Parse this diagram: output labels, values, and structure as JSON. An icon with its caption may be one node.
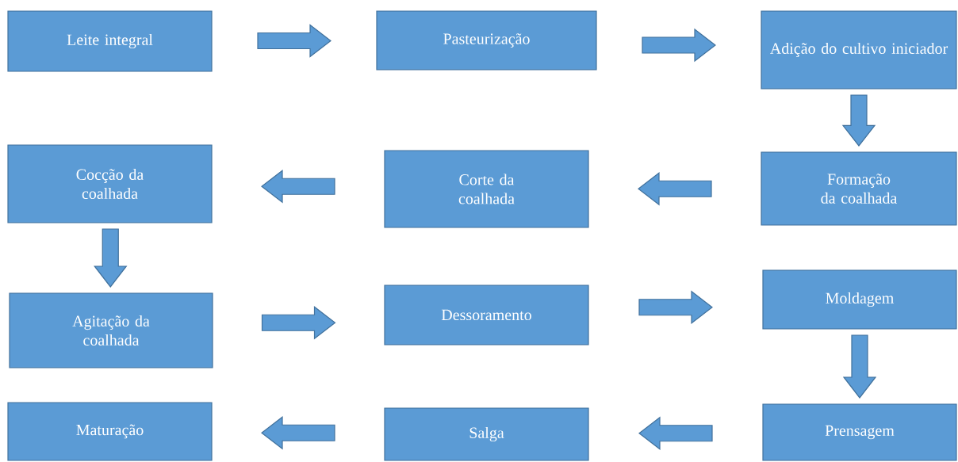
{
  "diagram": {
    "nodes": [
      {
        "text": [
          "Leite integral"
        ]
      },
      {
        "text": [
          "Pasteurização"
        ]
      },
      {
        "text": [
          "Adição do cultivo iniciador"
        ]
      },
      {
        "text": [
          "Formação da coalhada"
        ]
      },
      {
        "text": [
          "Corte da coalhada"
        ]
      },
      {
        "text": [
          "Cocção da coalhada"
        ]
      },
      {
        "text": [
          "Agitação da coalhada"
        ]
      },
      {
        "text": [
          "Dessoramento"
        ]
      },
      {
        "text": [
          "Moldagem"
        ]
      },
      {
        "text": [
          "Prensagem"
        ]
      },
      {
        "text": [
          "Salga"
        ]
      },
      {
        "text": [
          "Maturação"
        ]
      }
    ],
    "edges": [
      {
        "from": 0,
        "to": 1,
        "arrow": "to"
      },
      {
        "from": 1,
        "to": 2,
        "arrow": "to"
      },
      {
        "from": 2,
        "to": 3,
        "arrow": "to"
      },
      {
        "from": 3,
        "to": 4,
        "arrow": "to"
      },
      {
        "from": 4,
        "to": 5,
        "arrow": "to"
      },
      {
        "from": 5,
        "to": 6,
        "arrow": "to"
      },
      {
        "from": 6,
        "to": 7,
        "arrow": "to"
      },
      {
        "from": 7,
        "to": 8,
        "arrow": "to"
      },
      {
        "from": 8,
        "to": 9,
        "arrow": "to"
      },
      {
        "from": 9,
        "to": 10,
        "arrow": "to"
      },
      {
        "from": 10,
        "to": 11,
        "arrow": "to"
      }
    ]
  }
}
